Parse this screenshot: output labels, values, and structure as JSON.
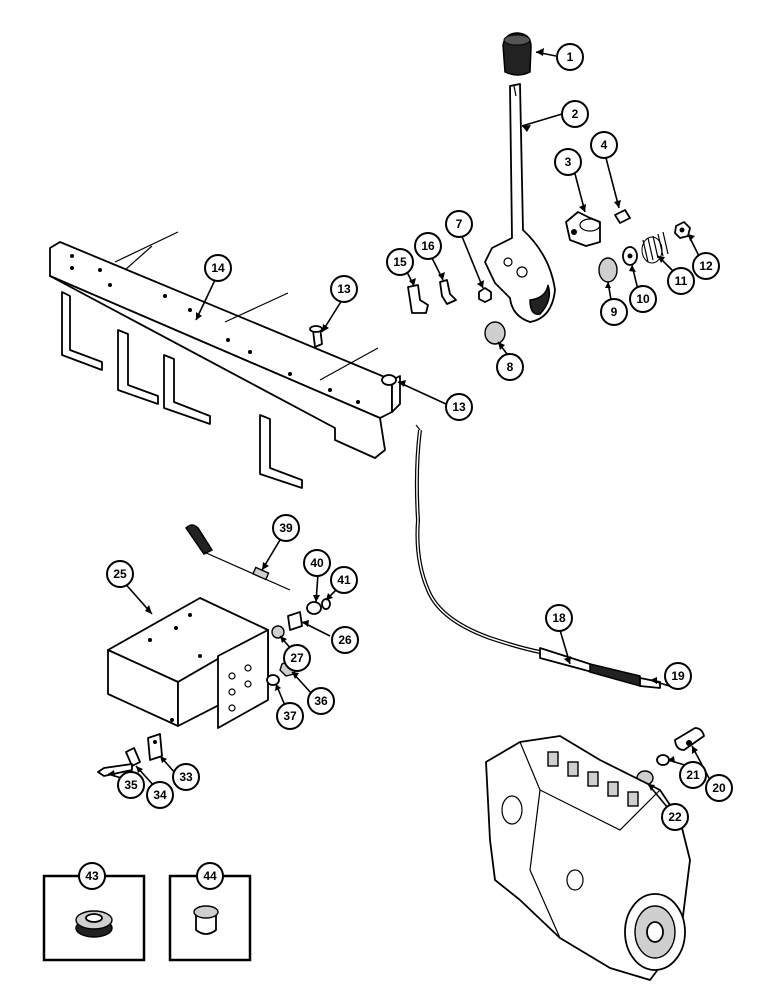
{
  "callouts": [
    "1",
    "2",
    "3",
    "4",
    "7",
    "15",
    "16",
    "9",
    "10",
    "11",
    "12",
    "14",
    "13",
    "13",
    "8",
    "39",
    "40",
    "41",
    "25",
    "26",
    "27",
    "36",
    "37",
    "18",
    "19",
    "20",
    "21",
    "22",
    "33",
    "34",
    "35",
    "43",
    "44"
  ],
  "inset_labels": {
    "left": "43",
    "right": "44"
  },
  "icons": [
    "knob-icon",
    "lever-icon",
    "bracket-icon",
    "cable-icon",
    "injection-pump-icon",
    "grommet-icon",
    "plug-icon"
  ]
}
